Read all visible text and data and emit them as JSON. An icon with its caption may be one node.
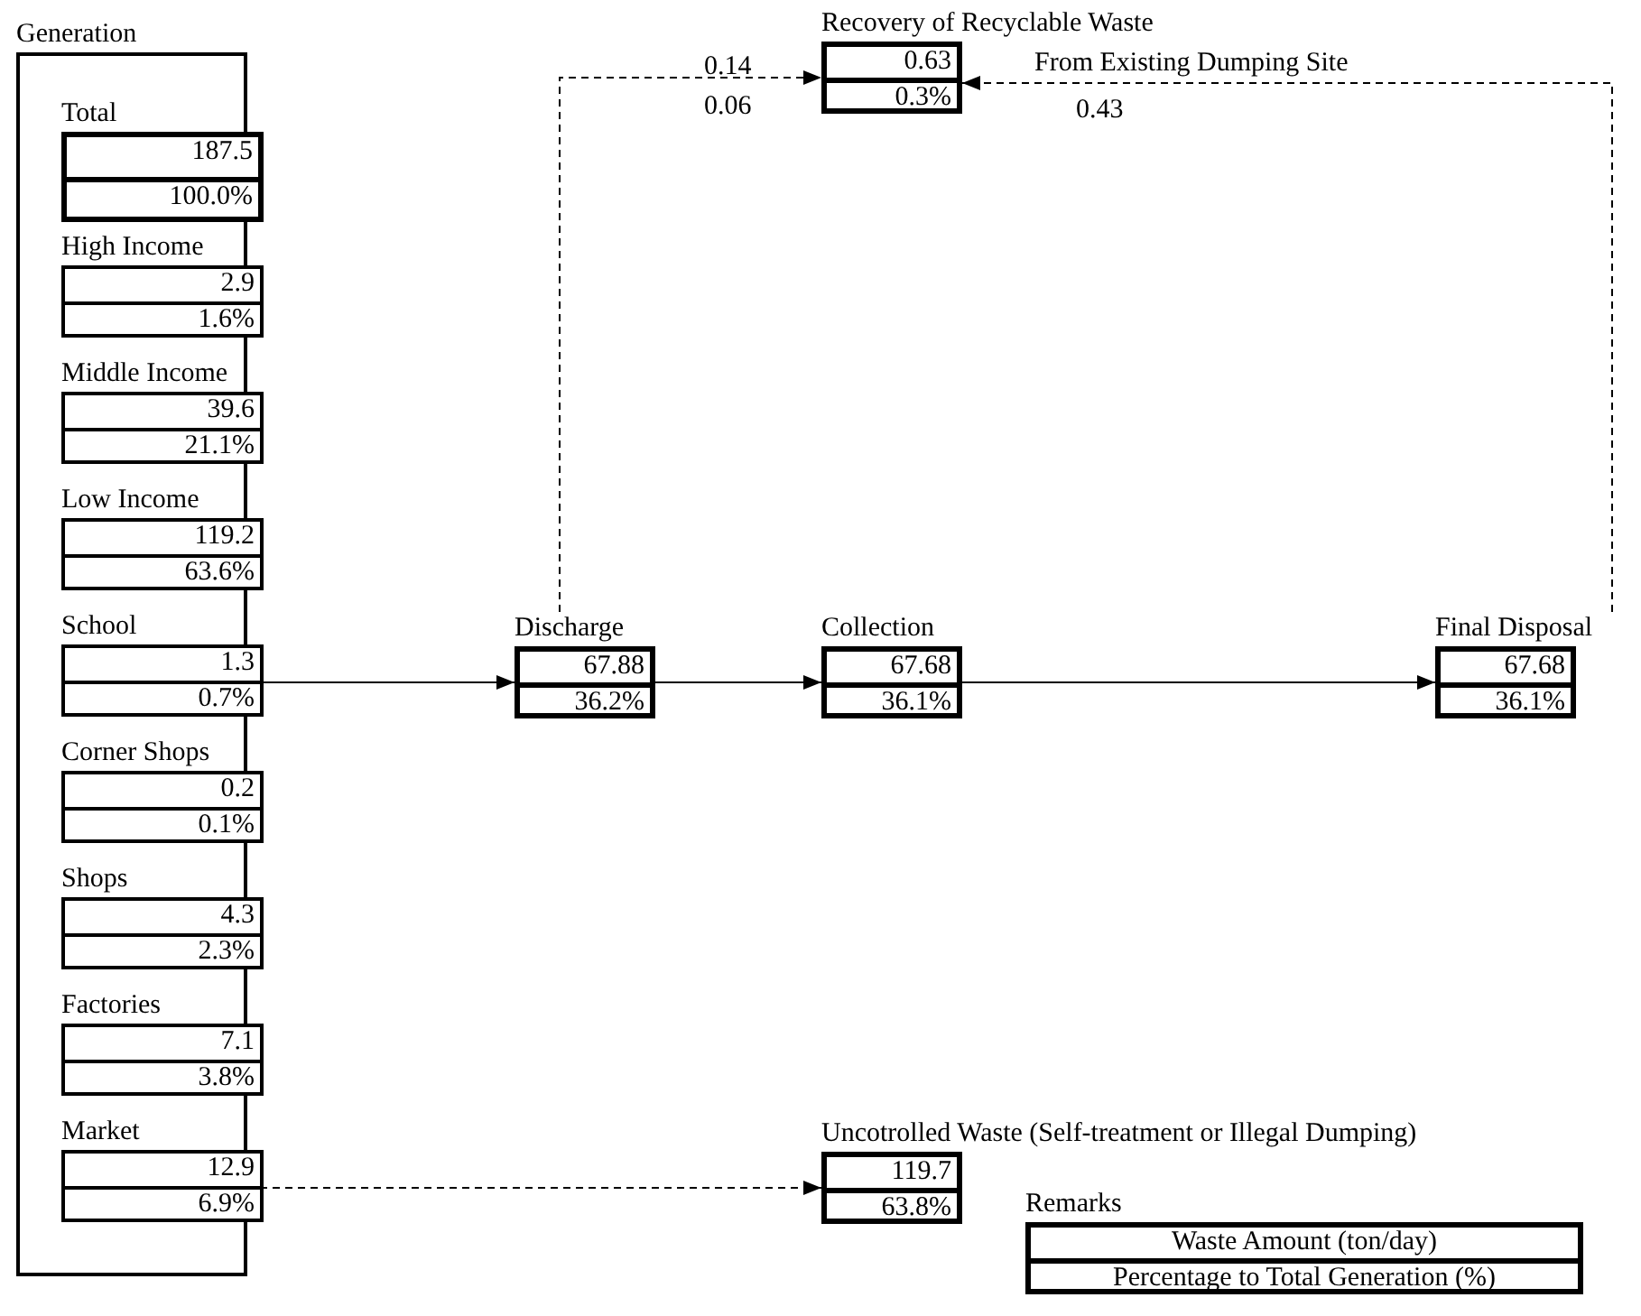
{
  "diagram": {
    "nodes": [
      {
        "text": [
          "Generation"
        ]
      },
      {
        "text": [
          "Total",
          "187.5",
          "100.0%"
        ],
        "in": 0
      },
      {
        "text": [
          "High Income",
          "2.9",
          "1.6%"
        ],
        "in": 0
      },
      {
        "text": [
          "Middle Income",
          "39.6",
          "21.1%"
        ],
        "in": 0
      },
      {
        "text": [
          "Low Income",
          "119.2",
          "63.6%"
        ],
        "in": 0
      },
      {
        "text": [
          "School",
          "1.3",
          "0.7%"
        ],
        "in": 0
      },
      {
        "text": [
          "Corner Shops",
          "0.2",
          "0.1%"
        ],
        "in": 0
      },
      {
        "text": [
          "Shops",
          "4.3",
          "2.3%"
        ],
        "in": 0
      },
      {
        "text": [
          "Factories",
          "7.1",
          "3.8%"
        ],
        "in": 0
      },
      {
        "text": [
          "Market",
          "12.9",
          "6.9%"
        ],
        "in": 0
      },
      {
        "text": [
          "Discharge",
          "67.88",
          "36.2%"
        ]
      },
      {
        "text": [
          "Collection",
          "67.68",
          "36.1%"
        ]
      },
      {
        "text": [
          "Final Disposal",
          "67.68",
          "36.1%"
        ]
      },
      {
        "text": [
          "Recovery of Recyclable Waste",
          "0.63",
          "0.3%"
        ]
      },
      {
        "text": [
          "Uncotrolled Waste (Self-treatment or Illegal Dumping)",
          "119.7",
          "63.8%"
        ]
      },
      {
        "text": [
          "Remarks",
          "Waste Amount (ton/day)",
          "Percentage to Total Generation (%)"
        ]
      }
    ],
    "edges": [
      {
        "from": 0,
        "to": 10,
        "arrow": "to"
      },
      {
        "from": 10,
        "to": 11,
        "arrow": "to"
      },
      {
        "from": 11,
        "to": 12,
        "arrow": "to"
      },
      {
        "from": 10,
        "to": 13,
        "arrow": "to",
        "style": "dashed",
        "label": "0.14"
      },
      {
        "from": 12,
        "to": 13,
        "arrow": "to",
        "style": "dashed",
        "label": "From Existing Dumping Site"
      },
      {
        "from": 0,
        "to": 14,
        "arrow": "to",
        "style": "dashed"
      }
    ],
    "labels": [
      "0.06",
      "0.43"
    ]
  }
}
